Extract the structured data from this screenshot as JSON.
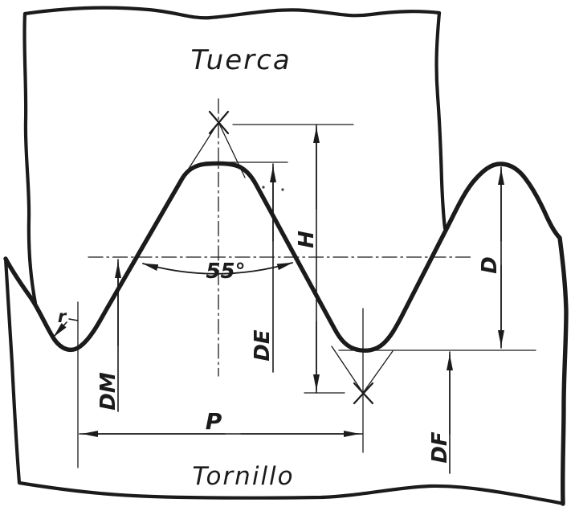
{
  "diagram": {
    "labels": {
      "top_body": "Tuerca",
      "bottom_body": "Tornillo"
    },
    "dimensions": {
      "angle": "55°",
      "pitch": "P",
      "height": "H",
      "outer_diameter": "DE",
      "mean_diameter": "DM",
      "root_diameter": "DF",
      "thread_depth": "D",
      "root_radius": "r"
    },
    "colors": {
      "ink": "#1b1b1b",
      "paper": "#ffffff"
    }
  }
}
